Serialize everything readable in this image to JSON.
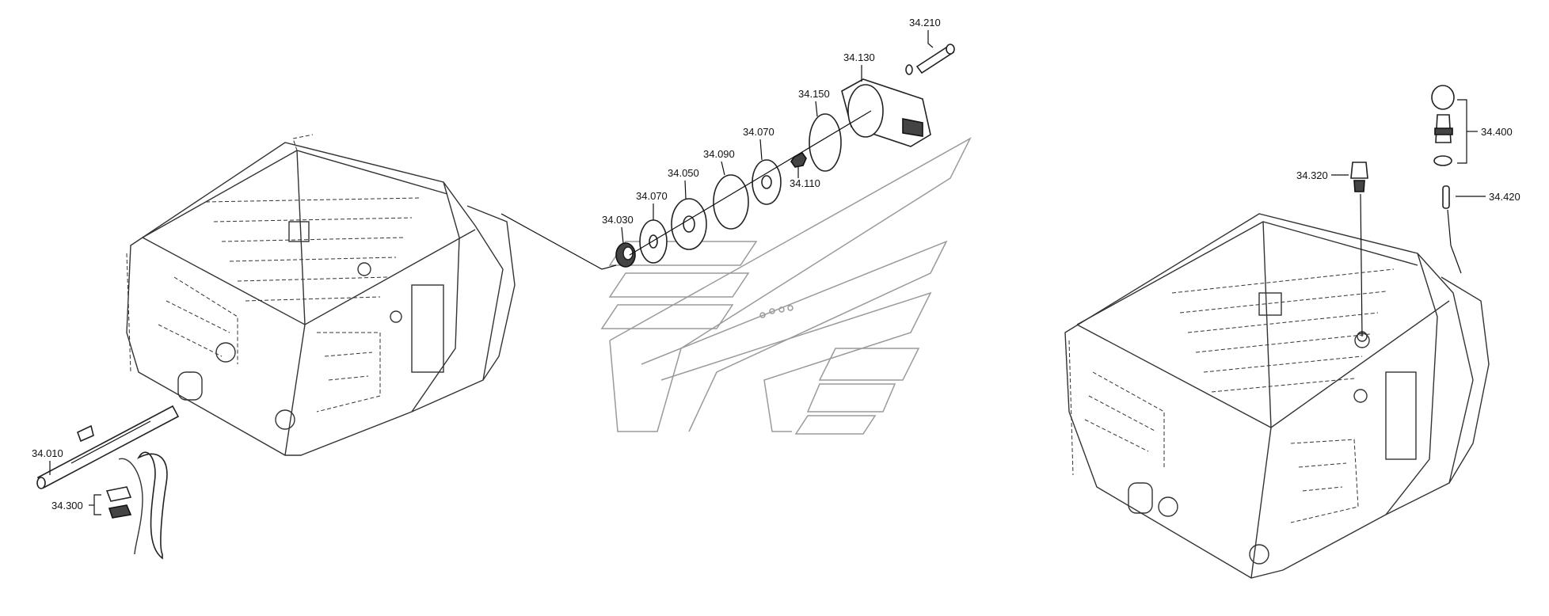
{
  "callouts": {
    "p34210": "34.210",
    "p34130": "34.130",
    "p34150": "34.150",
    "p34070a": "34.070",
    "p34090": "34.090",
    "p34050": "34.050",
    "p34070b": "34.070",
    "p34030": "34.030",
    "p34110": "34.110",
    "p34010": "34.010",
    "p34300": "34.300",
    "p34320": "34.320",
    "p34400": "34.400",
    "p34420": "34.420"
  }
}
